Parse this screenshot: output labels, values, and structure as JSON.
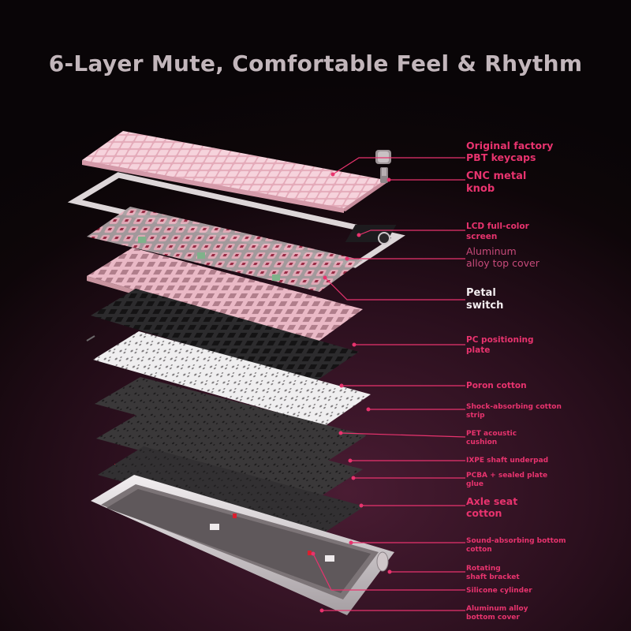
{
  "title": "6-Layer Mute, Comfortable Feel & Rhythm",
  "labels": [
    {
      "id": "pbt-keycaps",
      "text": "Original factory\nPBT keycaps"
    },
    {
      "id": "cnc-knob",
      "text": "CNC metal\nknob"
    },
    {
      "id": "lcd-screen",
      "text": "LCD full-color\nscreen"
    },
    {
      "id": "top-cover",
      "text": "Aluminum\nalloy top cover"
    },
    {
      "id": "petal-switch",
      "text": "Petal\nswitch"
    },
    {
      "id": "pc-plate",
      "text": "PC positioning\nplate"
    },
    {
      "id": "poron-cotton",
      "text": "Poron cotton"
    },
    {
      "id": "shock-strip",
      "text": "Shock-absorbing cotton\nstrip"
    },
    {
      "id": "pet-cushion",
      "text": "PET acoustic\ncushion"
    },
    {
      "id": "ixpe-underpad",
      "text": "IXPE shaft underpad"
    },
    {
      "id": "pcba-glue",
      "text": "PCBA + sealed plate\nglue"
    },
    {
      "id": "axle-cotton",
      "text": "Axle seat\ncotton"
    },
    {
      "id": "bottom-cotton",
      "text": "Sound-absorbing bottom\ncotton"
    },
    {
      "id": "shaft-bracket",
      "text": "Rotating\nshaft bracket"
    },
    {
      "id": "silicone-cylinder",
      "text": "Silicone cylinder"
    },
    {
      "id": "bottom-cover",
      "text": "Aluminum alloy\nbottom cover"
    }
  ],
  "colors": {
    "accent": "#e8336e",
    "keycap_pink": "#f0c4cf",
    "frame_silver": "#d9d2d4",
    "plate_black": "#2b2a2c",
    "plate_white": "#ecebec",
    "background": "#1a0b12"
  },
  "icons": [
    "knob-icon"
  ]
}
